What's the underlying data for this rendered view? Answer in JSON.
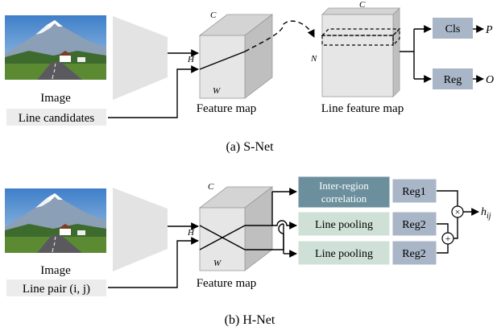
{
  "snet": {
    "image_label": "Image",
    "line_candidates_label": "Line candidates",
    "feature_map_label": "Feature map",
    "line_feature_map_label": "Line feature map",
    "dim_c": "C",
    "dim_h": "H",
    "dim_w": "W",
    "dim_c2": "C",
    "dim_n": "N",
    "cls_label": "Cls",
    "reg_label": "Reg",
    "output_p": "P",
    "output_o": "O",
    "caption": "(a) S-Net"
  },
  "hnet": {
    "image_label": "Image",
    "line_pair_label": "Line pair (i, j)",
    "feature_map_label": "Feature map",
    "dim_c": "C",
    "dim_h": "H",
    "dim_w": "W",
    "inter_region_line1": "Inter-region",
    "inter_region_line2": "correlation",
    "line_pooling_1": "Line pooling",
    "line_pooling_2": "Line pooling",
    "reg1_label": "Reg1",
    "reg2_label_a": "Reg2",
    "reg2_label_b": "Reg2",
    "multiply_op": "×",
    "add_op": "+",
    "output_h": "h",
    "output_h_sub": "ij",
    "caption": "(b) H-Net"
  },
  "colors": {
    "cls_reg_box": "#a9b6c7",
    "inter_region_box": "#6b8f9c",
    "line_pooling_box": "#cfe0d6",
    "reg_small_box": "#a9b6c7",
    "trapezoid": "#e3e3e3",
    "cube_front": "#e6e6e6",
    "cube_top": "#d4d4d4",
    "cube_side": "#bfbfbf"
  }
}
